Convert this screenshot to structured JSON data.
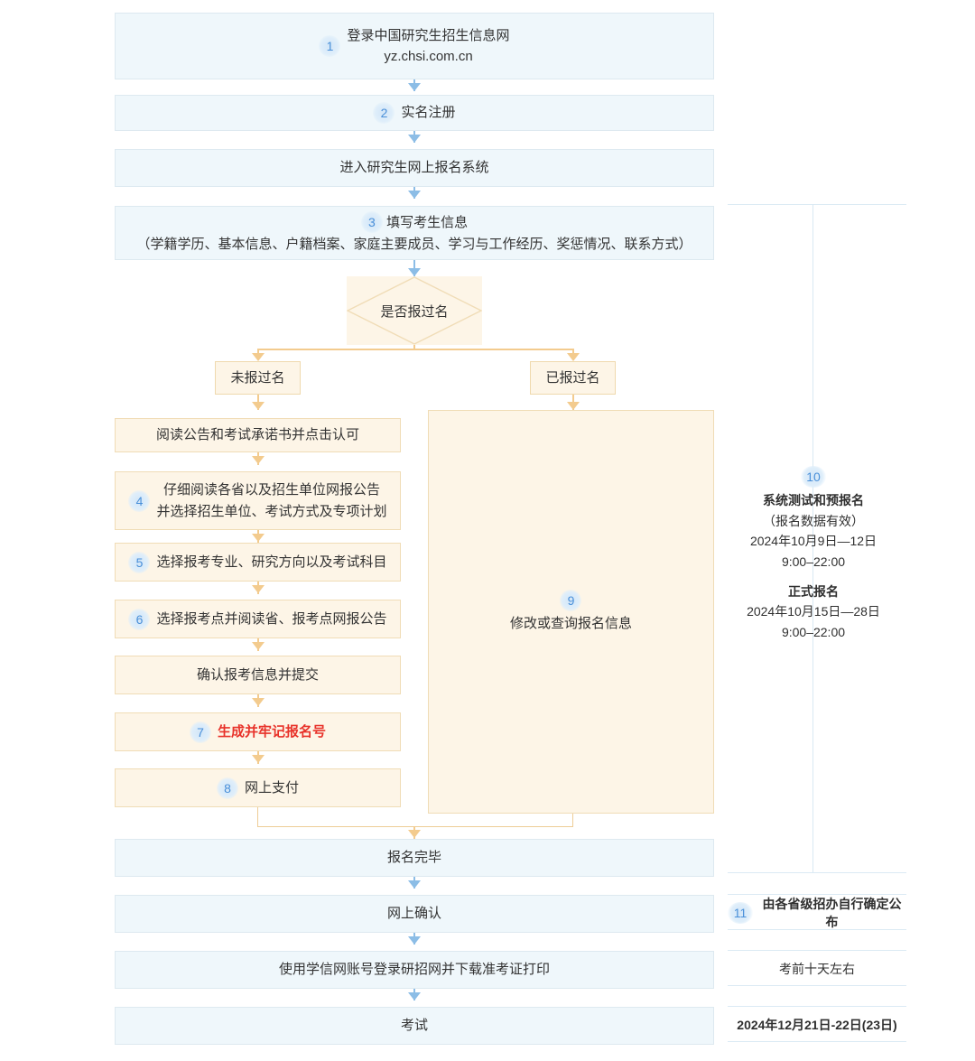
{
  "chart_data": {
    "type": "diagram",
    "title": "2025年全国硕士研究生招生考试网上报名流程图",
    "nodes": [
      {
        "id": 1,
        "step": "1",
        "text_lines": [
          "登录中国研究生招生信息网",
          "yz.chsi.com.cn"
        ],
        "shape": "rect",
        "color": "blue"
      },
      {
        "id": 2,
        "step": "2",
        "text_lines": [
          "实名注册"
        ],
        "shape": "rect",
        "color": "blue"
      },
      {
        "id": 3,
        "step": "",
        "text_lines": [
          "进入研究生网上报名系统"
        ],
        "shape": "rect",
        "color": "blue"
      },
      {
        "id": 4,
        "step": "3",
        "text_lines": [
          "填写考生信息",
          "（学籍学历、基本信息、户籍档案、家庭主要成员、学习与工作经历、奖惩情况、联系方式）"
        ],
        "shape": "rect",
        "color": "blue"
      },
      {
        "id": 5,
        "step": "",
        "text_lines": [
          "是否报过名"
        ],
        "shape": "diamond",
        "color": "orange"
      },
      {
        "id": 6,
        "step": "",
        "text_lines": [
          "未报过名"
        ],
        "shape": "rect",
        "color": "orange"
      },
      {
        "id": 7,
        "step": "",
        "text_lines": [
          "已报过名"
        ],
        "shape": "rect",
        "color": "orange"
      },
      {
        "id": 8,
        "step": "",
        "text_lines": [
          "阅读公告和考试承诺书并点击认可"
        ],
        "shape": "rect",
        "color": "orange"
      },
      {
        "id": 9,
        "step": "4",
        "text_lines": [
          "仔细阅读各省以及招生单位网报公告",
          "并选择招生单位、考试方式及专项计划"
        ],
        "shape": "rect",
        "color": "orange"
      },
      {
        "id": 10,
        "step": "5",
        "text_lines": [
          "选择报考专业、研究方向以及考试科目"
        ],
        "shape": "rect",
        "color": "orange"
      },
      {
        "id": 11,
        "step": "6",
        "text_lines": [
          "选择报考点并阅读省、报考点网报公告"
        ],
        "shape": "rect",
        "color": "orange"
      },
      {
        "id": 12,
        "step": "",
        "text_lines": [
          "确认报考信息并提交"
        ],
        "shape": "rect",
        "color": "orange"
      },
      {
        "id": 13,
        "step": "7",
        "text_lines": [
          "生成并牢记报名号"
        ],
        "shape": "rect",
        "color": "orange",
        "emphasis": "red"
      },
      {
        "id": 14,
        "step": "8",
        "text_lines": [
          "网上支付"
        ],
        "shape": "rect",
        "color": "orange"
      },
      {
        "id": 15,
        "step": "9",
        "text_lines": [
          "修改或查询报名信息"
        ],
        "shape": "rect",
        "color": "orange"
      },
      {
        "id": 16,
        "step": "",
        "text_lines": [
          "报名完毕"
        ],
        "shape": "rect",
        "color": "blue"
      },
      {
        "id": 17,
        "step": "",
        "text_lines": [
          "网上确认"
        ],
        "shape": "rect",
        "color": "blue"
      },
      {
        "id": 18,
        "step": "",
        "text_lines": [
          "使用学信网账号登录研招网并下载准考证打印"
        ],
        "shape": "rect",
        "color": "blue"
      },
      {
        "id": 19,
        "step": "",
        "text_lines": [
          "考试"
        ],
        "shape": "rect",
        "color": "blue"
      }
    ],
    "timeline": [
      {
        "step": "10",
        "lines": [
          "系统测试和预报名",
          "（报名数据有效）",
          "2024年10月9日—12日",
          "9:00–22:00",
          "",
          "正式报名",
          "2024年10月15日—28日",
          "9:00–22:00"
        ]
      },
      {
        "step": "11",
        "lines": [
          "由各省级招办自行确定公布"
        ]
      },
      {
        "step": "",
        "lines": [
          "考前十天左右"
        ]
      },
      {
        "step": "",
        "lines": [
          "2024年12月21日-22日(23日)"
        ]
      }
    ],
    "colors": {
      "blue_fill": "#eff7fb",
      "blue_border": "#dde9f0",
      "blue_arrow": "#8cbde6",
      "orange_fill": "#fdf5e7",
      "orange_border": "#f0dcb6",
      "orange_arrow": "#f3cb8e",
      "badge_text": "#4a90d9",
      "emphasis_red": "#e8322a",
      "timeline_rule": "#dbeaf4"
    }
  },
  "flow": {
    "n1": {
      "badge": "1",
      "l1": "登录中国研究生招生信息网",
      "l2": "yz.chsi.com.cn"
    },
    "n2": {
      "badge": "2",
      "l1": "实名注册"
    },
    "n3": {
      "l1": "进入研究生网上报名系统"
    },
    "n4": {
      "badge": "3",
      "l1": "填写考生信息",
      "l2": "（学籍学历、基本信息、户籍档案、家庭主要成员、学习与工作经历、奖惩情况、联系方式）"
    },
    "d1": {
      "l1": "是否报过名"
    },
    "b_no": {
      "l1": "未报过名"
    },
    "b_yes": {
      "l1": "已报过名"
    },
    "n8": {
      "l1": "阅读公告和考试承诺书并点击认可"
    },
    "n9": {
      "badge": "4",
      "l1": "仔细阅读各省以及招生单位网报公告",
      "l2": "并选择招生单位、考试方式及专项计划"
    },
    "n10": {
      "badge": "5",
      "l1": "选择报考专业、研究方向以及考试科目"
    },
    "n11": {
      "badge": "6",
      "l1": "选择报考点并阅读省、报考点网报公告"
    },
    "n12": {
      "l1": "确认报考信息并提交"
    },
    "n13": {
      "badge": "7",
      "l1": "生成并牢记报名号"
    },
    "n14": {
      "badge": "8",
      "l1": "网上支付"
    },
    "n15": {
      "badge": "9",
      "l1": "修改或查询报名信息"
    },
    "n16": {
      "l1": "报名完毕"
    },
    "n17": {
      "l1": "网上确认"
    },
    "n18": {
      "l1": "使用学信网账号登录研招网并下载准考证打印"
    },
    "n19": {
      "l1": "考试"
    }
  },
  "timeline": {
    "t10": {
      "badge": "10",
      "hd1": "系统测试和预报名",
      "l1": "（报名数据有效）",
      "l2": "2024年10月9日—12日",
      "l3": "9:00–22:00",
      "hd2": "正式报名",
      "l4": "2024年10月15日—28日",
      "l5": "9:00–22:00"
    },
    "t11": {
      "badge": "11",
      "l1": "由各省级招办自行确定公布"
    },
    "t12": {
      "l1": "考前十天左右"
    },
    "t13": {
      "l1": "2024年12月21日-22日(23日)"
    }
  }
}
